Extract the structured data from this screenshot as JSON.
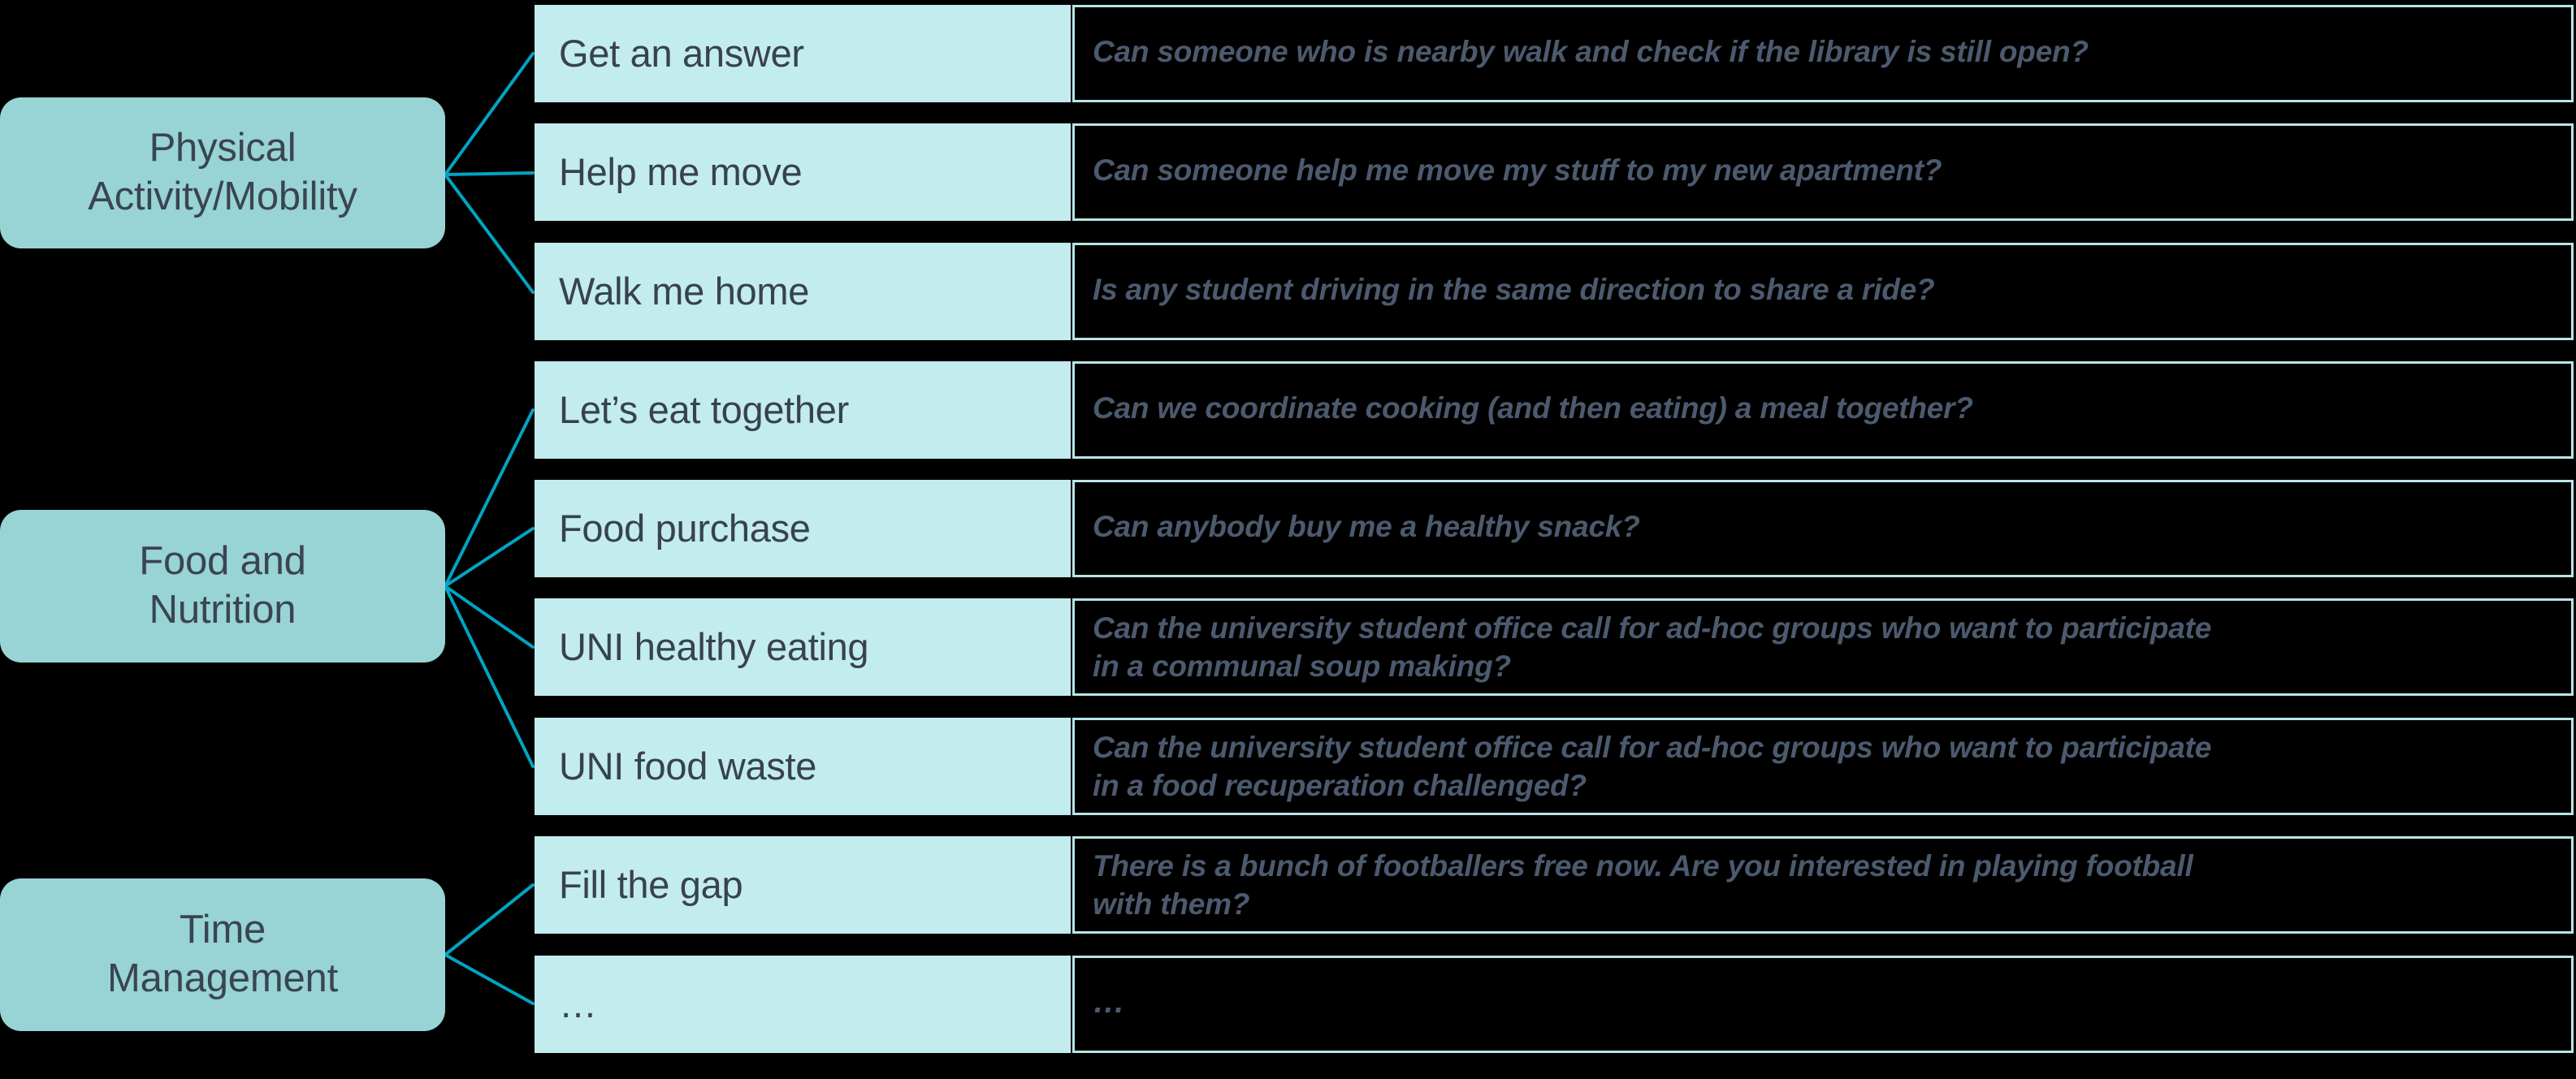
{
  "diagram": {
    "type": "category-scenario-example-map",
    "background_color": "#000000",
    "category_box_color": "#98d3d6",
    "row_label_color": "#c3ecee",
    "row_desc_border_color": "#b9e5e7",
    "connector_color": "#00a5c2",
    "text_color": "#38424f",
    "desc_text_color": "#4c5a6e"
  },
  "categories": [
    {
      "id": "physical-activity-mobility",
      "label": "Physical\nActivity/Mobility"
    },
    {
      "id": "food-and-nutrition",
      "label": "Food and\nNutrition"
    },
    {
      "id": "time-management",
      "label": "Time\nManagement"
    }
  ],
  "rows": [
    {
      "category": "physical-activity-mobility",
      "label": "Get an answer",
      "description": "Can someone who is nearby walk and check if the library is still open?"
    },
    {
      "category": "physical-activity-mobility",
      "label": "Help me move",
      "description": "Can someone help me move my stuff to my new apartment?"
    },
    {
      "category": "physical-activity-mobility",
      "label": "Walk me home",
      "description": "Is any student driving in the same direction to share a ride?"
    },
    {
      "category": "food-and-nutrition",
      "label": "Let’s eat together",
      "description": "Can we coordinate cooking (and then eating) a meal together?"
    },
    {
      "category": "food-and-nutrition",
      "label": "Food purchase",
      "description": "Can anybody buy me a healthy snack?"
    },
    {
      "category": "food-and-nutrition",
      "label": "UNI healthy eating",
      "description": "Can the university student office call for ad-hoc groups who want to participate\nin a communal soup making?"
    },
    {
      "category": "food-and-nutrition",
      "label": "UNI food waste",
      "description": "Can the university student office call for ad-hoc groups who want to participate\nin a food recuperation challenged?"
    },
    {
      "category": "time-management",
      "label": "Fill the gap",
      "description": "There is a bunch of footballers free now. Are you interested in playing football\nwith them?"
    },
    {
      "category": "time-management",
      "label": "…",
      "description": "…"
    }
  ]
}
